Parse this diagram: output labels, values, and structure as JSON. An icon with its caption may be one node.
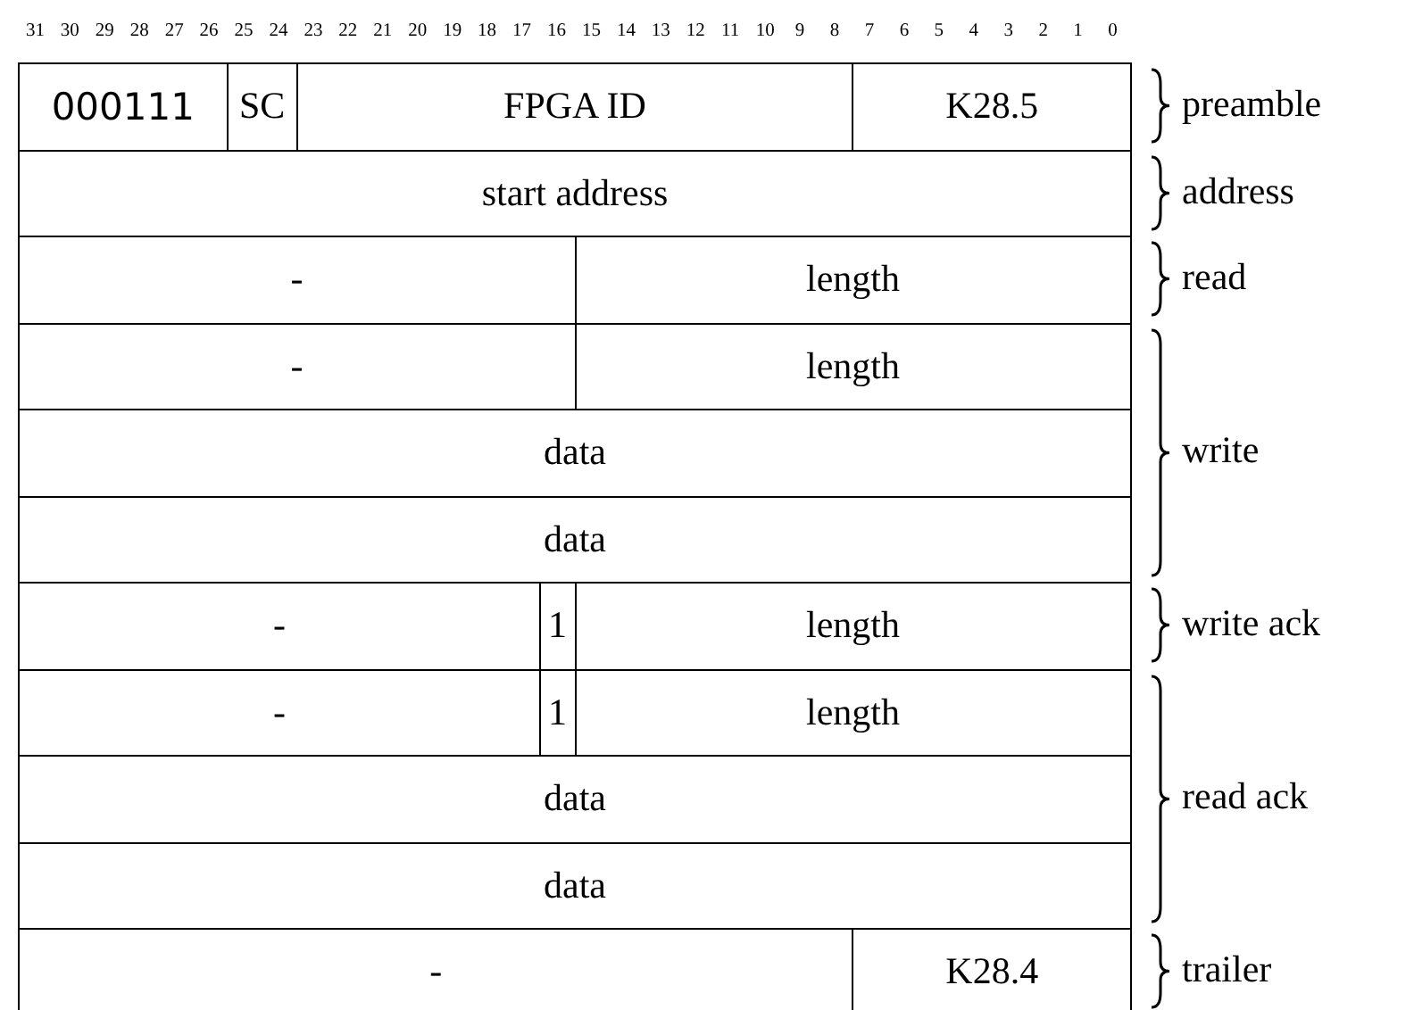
{
  "diagram": {
    "labels": [
      "31",
      "30",
      "29",
      "28",
      "27",
      "26",
      "25",
      "24",
      "23",
      "22",
      "21",
      "20",
      "19",
      "18",
      "17",
      "16",
      "15",
      "14",
      "13",
      "12",
      "11",
      "10",
      "9",
      "8",
      "7",
      "6",
      "5",
      "4",
      "3",
      "2",
      "1",
      "0",
      "000111",
      "SC",
      "FPGA ID",
      "K28.5",
      "preamble",
      "start address",
      "address",
      "-",
      "length",
      "read",
      "-",
      "length",
      "data",
      "write",
      "data",
      "-",
      "1",
      "length",
      "write ack",
      "-",
      "1",
      "length",
      "data",
      "read ack",
      "data",
      "-",
      "K28.4",
      "trailer"
    ]
  }
}
